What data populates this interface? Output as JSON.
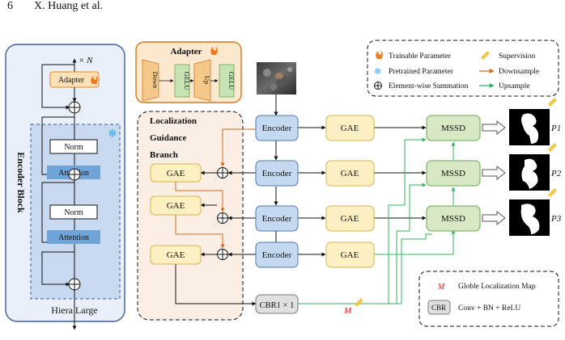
{
  "header": {
    "page_number": "6",
    "authors": "X. Huang et al."
  },
  "encoder_block": {
    "title": "Encoder Block",
    "repeat": "× N",
    "adapter": "Adapter",
    "norm": "Norm",
    "attention": "Attention",
    "footer": "Hiera Large"
  },
  "adapter_detail": {
    "title": "Adapter",
    "layers": [
      "Down",
      "GELU",
      "Up",
      "GELU"
    ]
  },
  "legend": {
    "trainable": "Trainable Parameter",
    "pretrained": "Pretrained Parameter",
    "summation": "Element-wise Summation",
    "supervision": "Supervision",
    "downsample": "Downsample",
    "upsample": "Upsample"
  },
  "branch": {
    "title_lines": [
      "Localization",
      "Guidance",
      "Branch"
    ]
  },
  "nodes": {
    "encoder": "Encoder",
    "gae": "GAE",
    "mssd": "MSSD",
    "cbr": "CBR1 × 1",
    "map_label": "M"
  },
  "outputs": [
    "P1",
    "P2",
    "P3"
  ],
  "bottom_legend": {
    "map_symbol": "M",
    "map_label": "Globle Localization Map",
    "cbr_symbol": "CBR",
    "cbr_label": "Conv + BN + ReLU"
  },
  "colors": {
    "encoder_fill": "#c5daf0",
    "gae_fill": "#fdf0c2",
    "mssd_fill": "#d6e8c4",
    "adapter_fill": "#fbe0b8",
    "downsample": "#d2691e",
    "upsample": "#2db55d",
    "flame": "#f07a1c",
    "snow": "#36a8e0",
    "supervision": "#f0c850"
  }
}
